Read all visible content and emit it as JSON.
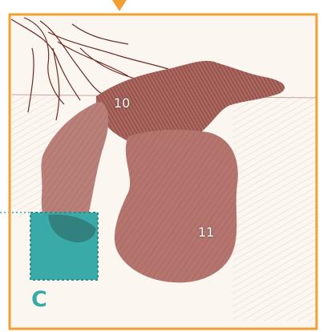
{
  "figure": {
    "labels": {
      "structure_10": "10",
      "structure_11": "11",
      "region_c": "C"
    },
    "colors": {
      "frame": "#f2a033",
      "highlight": "#3aaaa9",
      "sketch": "#7a2e2a",
      "paper": "#fbf6ef"
    }
  }
}
